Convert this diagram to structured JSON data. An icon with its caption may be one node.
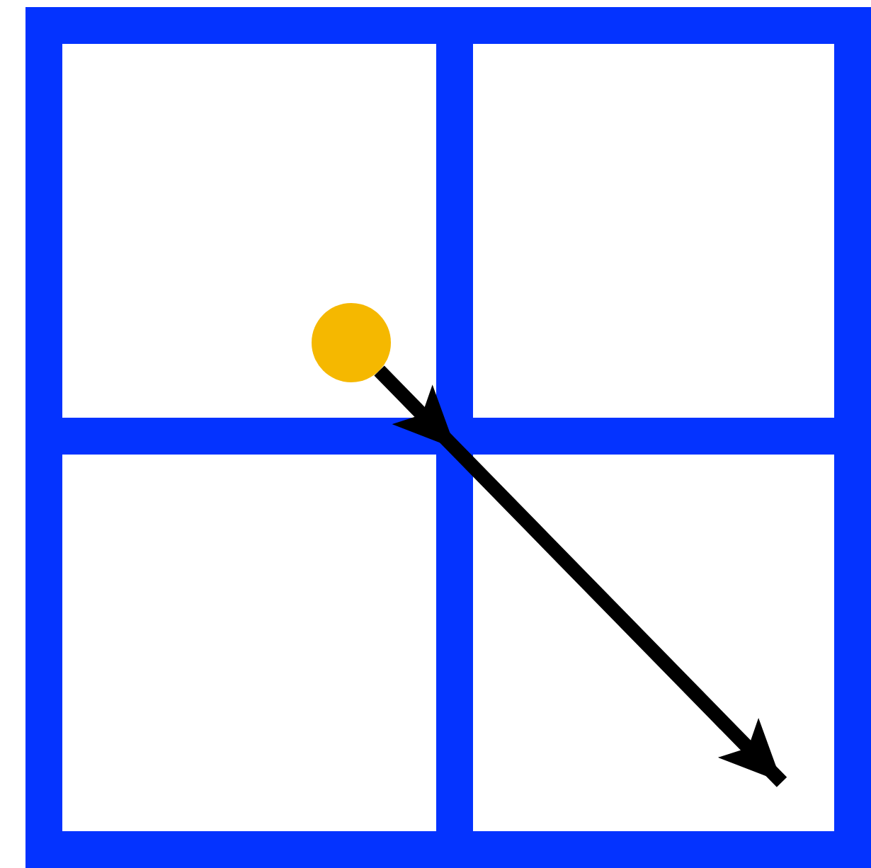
{
  "diagram": {
    "nodes": [
      {
        "text": [],
        "shape": "box"
      },
      {
        "text": [],
        "shape": "box"
      },
      {
        "text": [],
        "shape": "box"
      },
      {
        "text": [],
        "shape": "box"
      },
      {
        "text": [],
        "shape": "circle",
        "in": 0
      }
    ],
    "edges": [
      {
        "from": 4,
        "to": 3,
        "arrow": "to"
      }
    ]
  }
}
